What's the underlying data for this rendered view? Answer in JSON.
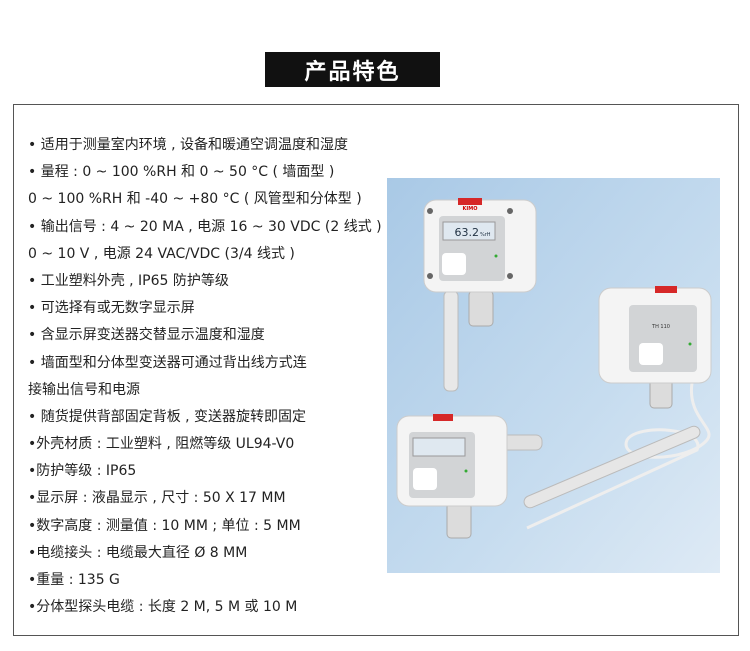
{
  "title": "产品特色",
  "features": [
    "• 适用于测量室内环境 , 设备和暖通空调温度和湿度",
    "• 量程 : 0 ~ 100 %RH 和 0 ~ 50 °C ( 墙面型 )",
    " 0 ~ 100 %RH 和 -40 ~ +80 °C ( 风管型和分体型 )",
    "• 输出信号 : 4 ~ 20 MA , 电源 16 ~ 30 VDC (2 线式 )",
    " 0 ~ 10 V , 电源 24 VAC/VDC (3/4 线式 )",
    "• 工业塑料外壳 , IP65 防护等级",
    "• 可选择有或无数字显示屏",
    "• 含显示屏变送器交替显示温度和湿度",
    "• 墙面型和分体型变送器可通过背出线方式连",
    "  接输出信号和电源",
    "• 随货提供背部固定背板 , 变送器旋转即固定",
    "•外壳材质 : 工业塑料 , 阻燃等级 UL94-V0",
    "•防护等级 : IP65",
    "•显示屏 : 液晶显示 , 尺寸 : 50 X 17 MM",
    "•数字高度 : 测量值 : 10 MM ; 单位 : 5 MM",
    "•电缆接头 : 电缆最大直径 Ø 8 MM",
    "•重量 : 135 G",
    "•分体型探头电缆 : 长度 2 M, 5 M 或 10 M"
  ],
  "photo": {
    "brand": "KIMO",
    "display_reading": "63.2",
    "display_unit": "%rH",
    "model": "TH 110"
  }
}
